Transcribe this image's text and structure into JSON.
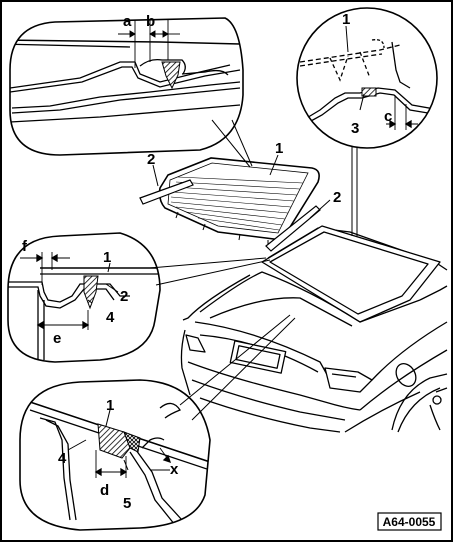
{
  "diagram": {
    "reference_code": "A64-0055",
    "callouts": {
      "a": "a",
      "b": "b",
      "c": "c",
      "d": "d",
      "e": "e",
      "f": "f",
      "x": "x",
      "n1": "1",
      "n2": "2",
      "n3": "3",
      "n4": "4",
      "n5": "5"
    }
  }
}
